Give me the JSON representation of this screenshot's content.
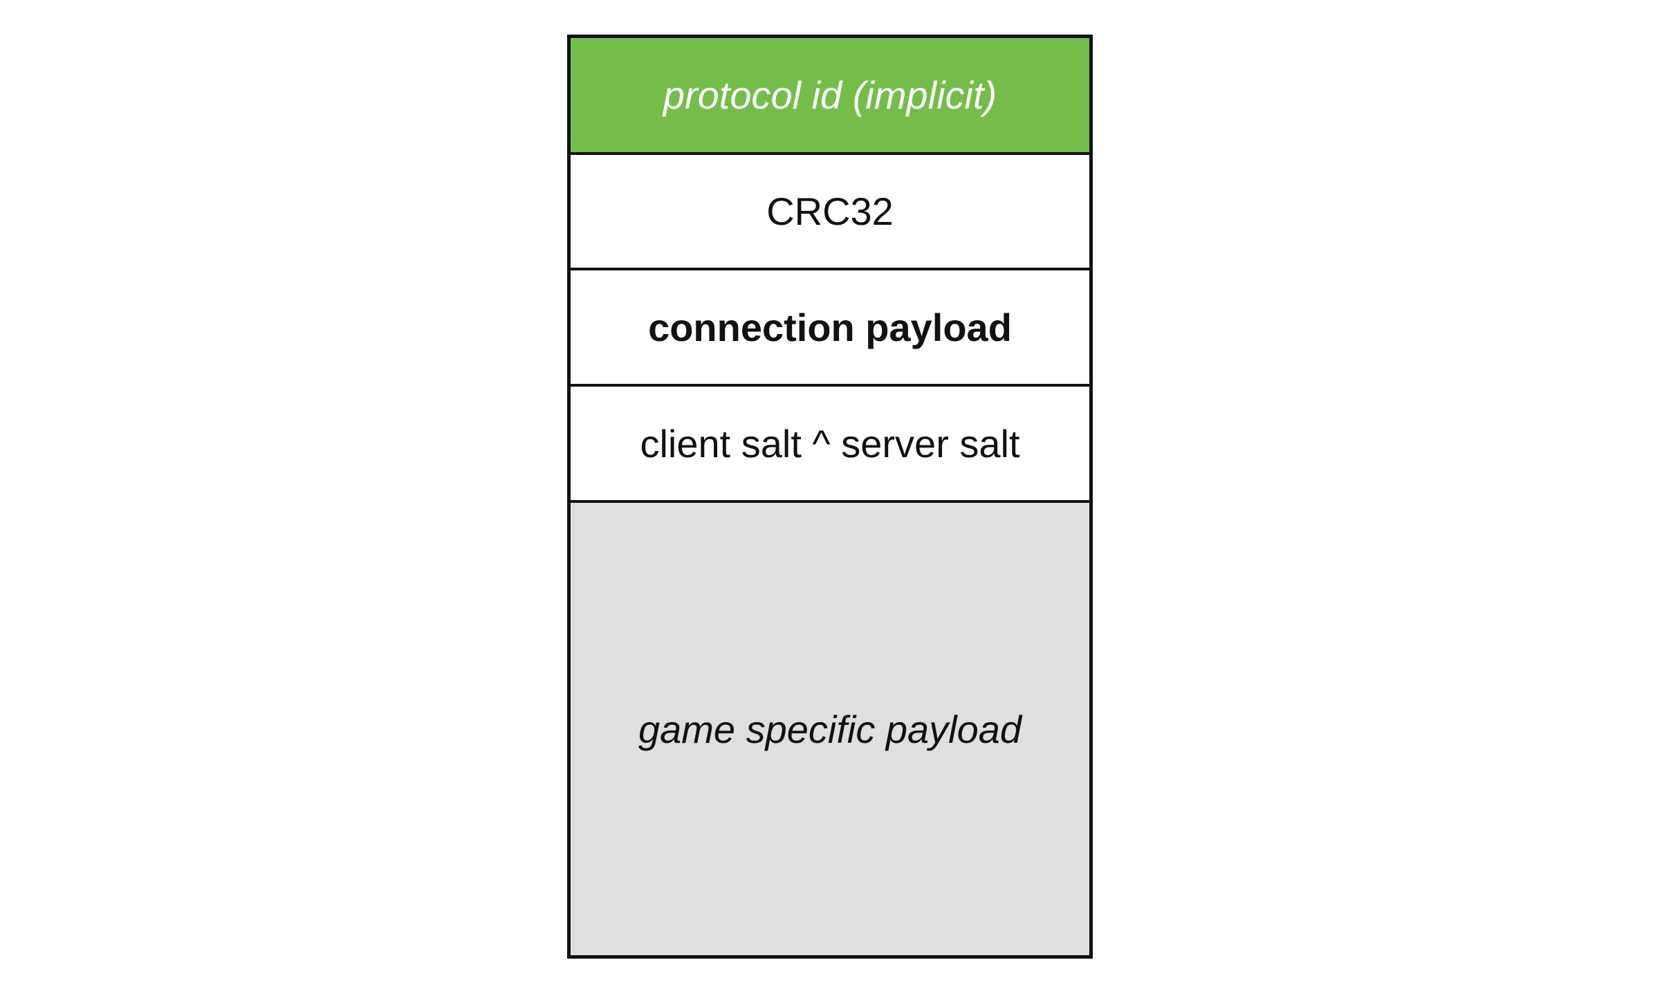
{
  "packet": {
    "rows": [
      {
        "label": "protocol id (implicit)",
        "color": "#74bd4a"
      },
      {
        "label": "CRC32",
        "color": "#ffffff"
      },
      {
        "label": "connection payload",
        "color": "#ffffff"
      },
      {
        "label": "client salt ^ server salt",
        "color": "#ffffff"
      },
      {
        "label": "game specific payload",
        "color": "#dedfe1"
      }
    ],
    "border_color": "#111111"
  }
}
